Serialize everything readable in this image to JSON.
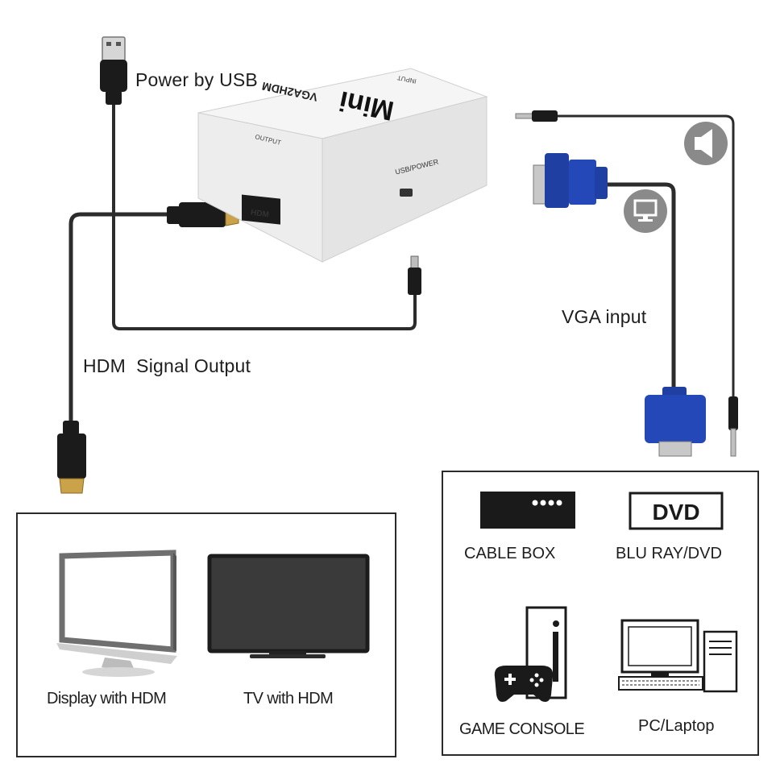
{
  "labels": {
    "power_by_usb": "Power by USB",
    "hdmi_signal_output": "HDM  Signal Output",
    "vga_input": "VGA input"
  },
  "device": {
    "brand_top": "Mini",
    "model_top": "VGA2HDM",
    "input_top": "INPUT",
    "output_port": "OUTPUT",
    "hdmi_port": "HDM",
    "usb_port": "USB/POWER"
  },
  "outputs_panel": {
    "display": "Display with HDM",
    "tv": "TV with HDM"
  },
  "sources_panel": {
    "cable_box": "CABLE BOX",
    "dvd_badge": "DVD",
    "blu_ray": "BLU RAY/DVD",
    "game_console": "GAME CONSOLE",
    "pc": "PC/Laptop"
  },
  "colors": {
    "vga_blue": "#1f3fa3",
    "cable_dark": "#2a2a2a",
    "gold": "#c9a24a",
    "icon_gray": "#8a8a8a"
  }
}
